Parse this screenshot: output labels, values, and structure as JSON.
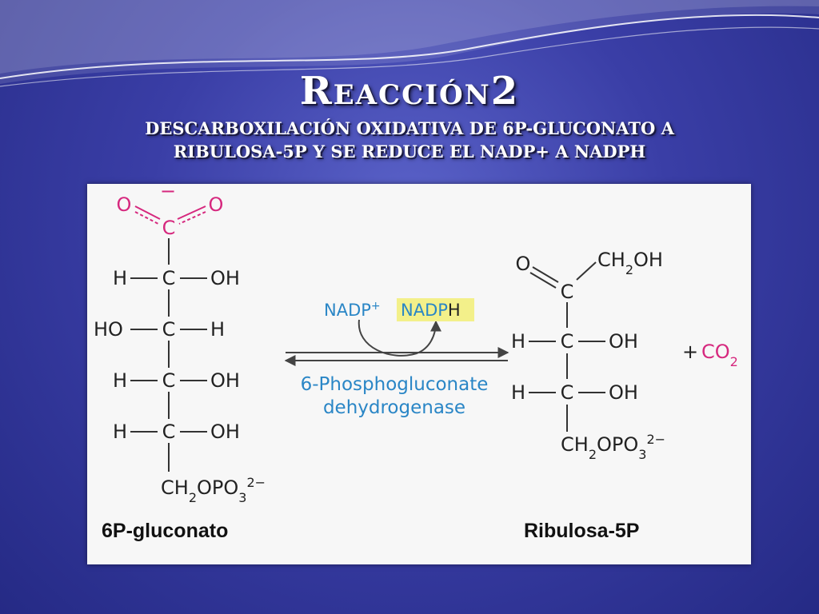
{
  "slide": {
    "title": "Reacción2",
    "subtitle": "Descarboxilación oxidativa de 6P-gluconato a Ribulosa-5P y se reduce el NADP+ a NADPH"
  },
  "diagram": {
    "reactant": {
      "name": "6P-gluconato",
      "carboxylate": {
        "charge": "−",
        "left_o": "O",
        "carbon": "C",
        "right_o": "O"
      },
      "rows": [
        {
          "left": "H",
          "center": "C",
          "right": "OH"
        },
        {
          "left": "HO",
          "center": "C",
          "right": "H"
        },
        {
          "left": "H",
          "center": "C",
          "right": "OH"
        },
        {
          "left": "H",
          "center": "C",
          "right": "OH"
        }
      ],
      "bottom": {
        "main": "CH",
        "sub": "2",
        "rest": "OPO",
        "sub2": "3",
        "sup": "2−"
      }
    },
    "product": {
      "name": "Ribulosa-5P",
      "top": {
        "left": "O",
        "main": "CH",
        "sub": "2",
        "rest": "OH"
      },
      "carbonyl_carbon": "C",
      "rows": [
        {
          "left": "H",
          "center": "C",
          "right": "OH"
        },
        {
          "left": "H",
          "center": "C",
          "right": "OH"
        }
      ],
      "bottom": {
        "main": "CH",
        "sub": "2",
        "rest": "OPO",
        "sub2": "3",
        "sup": "2−"
      }
    },
    "byproduct": {
      "plus": "+",
      "main": "CO",
      "sub": "2"
    },
    "cofactor": {
      "in_main": "NADP",
      "in_sup": "+",
      "out_main": "NADP",
      "out_h": "H"
    },
    "enzyme": {
      "line1": "6-Phosphogluconate",
      "line2": "dehydrogenase"
    },
    "colors": {
      "pink": "#d6287e",
      "blue": "#2a86c6",
      "highlight": "#f3f08a"
    }
  }
}
